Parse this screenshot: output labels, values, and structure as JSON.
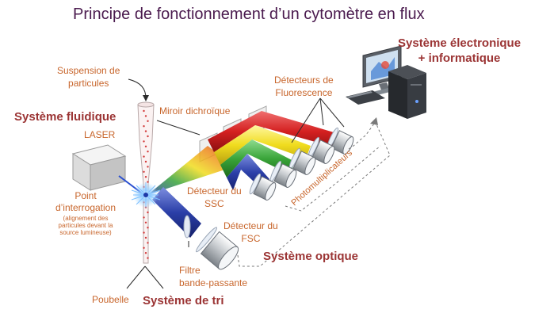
{
  "title": "Principe de fonctionnement d’un cytomètre en flux",
  "sections": {
    "fluidique": "Système fluidique",
    "electronique_l1": "Système électronique",
    "electronique_l2": "+ informatique",
    "optique": "Système optique",
    "tri": "Système de tri"
  },
  "components": {
    "suspension_l1": "Suspension de",
    "suspension_l2": "particules",
    "laser": "LASER",
    "point_l1": "Point",
    "point_l2": "d’interrogation",
    "point_note_l1": "(alignement des",
    "point_note_l2": "particules devant  la",
    "point_note_l3": "source lumineuse)",
    "miroir": "Miroir dichroïque",
    "fluo_l1": "Détecteurs de",
    "fluo_l2": "Fluorescence",
    "ssc_l1": "Détecteur du",
    "ssc_l2": "SSC",
    "fsc_l1": "Détecteur du",
    "fsc_l2": "FSC",
    "filtre_l1": "Filtre",
    "filtre_l2": "bande-passante",
    "poubelle": "Poubelle",
    "photomultiplicateurs": "Photomultiplicateurs"
  },
  "colors": {
    "title": "#4a1a4e",
    "section": "#9b3434",
    "component": "#c8662c",
    "beam_red": "#d42020",
    "beam_yellow": "#f0dc1e",
    "beam_green": "#3aa53a",
    "beam_blue": "#2b3fa8"
  }
}
